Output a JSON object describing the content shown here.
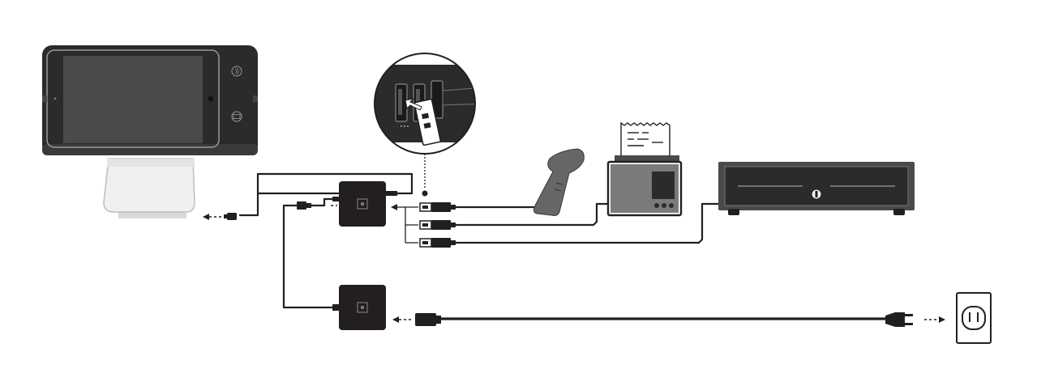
{
  "diagram": {
    "type": "connection-diagram",
    "nodes": [
      {
        "id": "register-stand",
        "icon": "tablet-stand-icon"
      },
      {
        "id": "usb-hub",
        "icon": "square-logo-icon"
      },
      {
        "id": "power-adapter",
        "icon": "square-logo-icon"
      },
      {
        "id": "barcode-scanner",
        "icon": "barcode-scanner-icon"
      },
      {
        "id": "receipt-printer",
        "icon": "receipt-printer-icon"
      },
      {
        "id": "cash-drawer",
        "icon": "cash-drawer-icon"
      },
      {
        "id": "wall-outlet",
        "icon": "power-outlet-icon"
      },
      {
        "id": "usb-port-detail",
        "icon": "usb-port-zoom-icon"
      }
    ],
    "edges": [
      {
        "from": "usb-hub",
        "to": "register-stand",
        "kind": "usb-cable"
      },
      {
        "from": "barcode-scanner",
        "to": "usb-hub",
        "kind": "usb-cable"
      },
      {
        "from": "receipt-printer",
        "to": "usb-hub",
        "kind": "usb-cable"
      },
      {
        "from": "cash-drawer",
        "to": "usb-hub",
        "kind": "usb-cable"
      },
      {
        "from": "power-adapter",
        "to": "usb-hub",
        "kind": "power-cable"
      },
      {
        "from": "wall-outlet",
        "to": "power-adapter",
        "kind": "power-cord"
      }
    ],
    "colors": {
      "ink": "#231f20",
      "device_dark": "#2b2b2b",
      "screen": "#4a4a4a",
      "stand_light": "#f0f0f0",
      "stand_edge": "#bdbdbd",
      "background": "#ffffff"
    }
  }
}
